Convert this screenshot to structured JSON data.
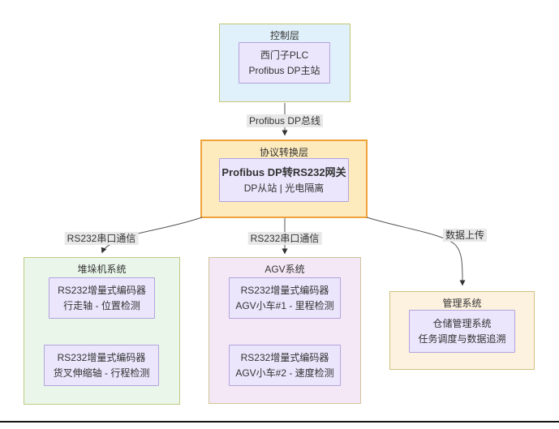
{
  "diagram": {
    "layers": {
      "control": {
        "title": "控制层",
        "node": {
          "line1": "西门子PLC",
          "line2": "Profibus DP主站"
        }
      },
      "protocol": {
        "title": "协议转换层",
        "node": {
          "line1": "Profibus DP转RS232网关",
          "line2": "DP从站 | 光电隔离"
        }
      },
      "stacker": {
        "title": "堆垛机系统",
        "nodes": [
          {
            "line1": "RS232增量式编码器",
            "line2": "行走轴 - 位置检测"
          },
          {
            "line1": "RS232增量式编码器",
            "line2": "货叉伸缩轴 - 行程检测"
          }
        ]
      },
      "agv": {
        "title": "AGV系统",
        "nodes": [
          {
            "line1": "RS232增量式编码器",
            "line2": "AGV小车#1 - 里程检测"
          },
          {
            "line1": "RS232增量式编码器",
            "line2": "AGV小车#2 - 速度检测"
          }
        ]
      },
      "management": {
        "title": "管理系统",
        "node": {
          "line1": "仓储管理系统",
          "line2": "任务调度与数据追溯"
        }
      }
    },
    "edges": [
      {
        "id": "plc-to-gateway",
        "label": "Profibus DP总线"
      },
      {
        "id": "gateway-to-stacker",
        "label": "RS232串口通信"
      },
      {
        "id": "gateway-to-agv",
        "label": "RS232串口通信"
      },
      {
        "id": "gateway-to-management",
        "label": "数据上传"
      }
    ],
    "colors": {
      "control_fill": "#e1f1fb",
      "control_border": "#c5c56e",
      "protocol_fill": "#fdeabd",
      "protocol_border": "#f0a33c",
      "stacker_fill": "#eaf6ea",
      "stacker_border": "#c2c985",
      "agv_fill": "#f5e8f6",
      "agv_border": "#cfc39b",
      "management_fill": "#fdf2df",
      "management_border": "#cfc17e",
      "inner_node_fill": "#ebe6fc",
      "inner_node_border": "#b2a4dc",
      "edge_line": "#555555",
      "edge_label_bg": "#e8e8e8",
      "text": "#333333"
    }
  }
}
